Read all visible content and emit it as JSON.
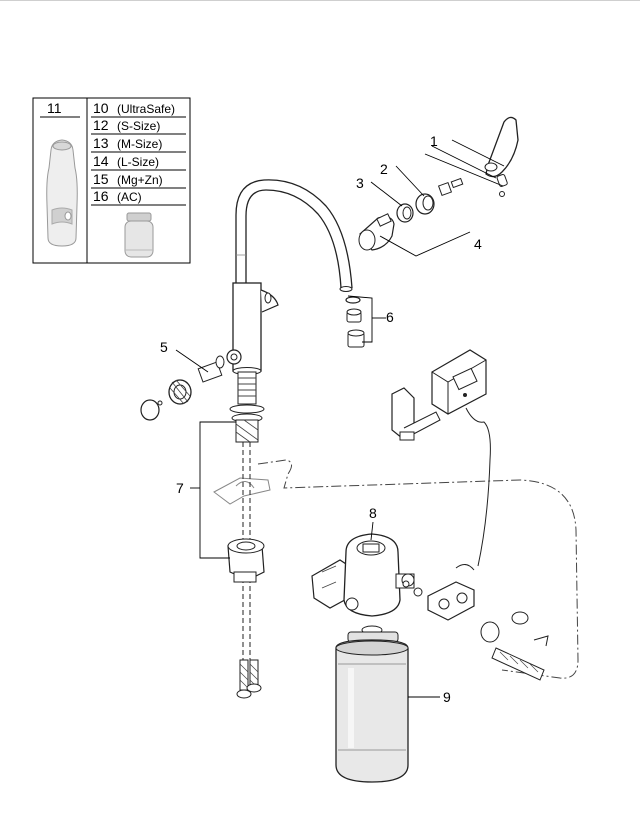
{
  "table": {
    "col1_header": "11",
    "rows": [
      {
        "num": "10",
        "label": "(UltraSafe)"
      },
      {
        "num": "12",
        "label": "(S-Size)"
      },
      {
        "num": "13",
        "label": "(M-Size)"
      },
      {
        "num": "14",
        "label": "(L-Size)"
      },
      {
        "num": "15",
        "label": "(Mg+Zn)"
      },
      {
        "num": "16",
        "label": "(AC)"
      }
    ]
  },
  "callouts": {
    "p1": "1",
    "p2": "2",
    "p3": "3",
    "p4": "4",
    "p5": "5",
    "p6": "6",
    "p7": "7",
    "p8": "8",
    "p9": "9"
  }
}
